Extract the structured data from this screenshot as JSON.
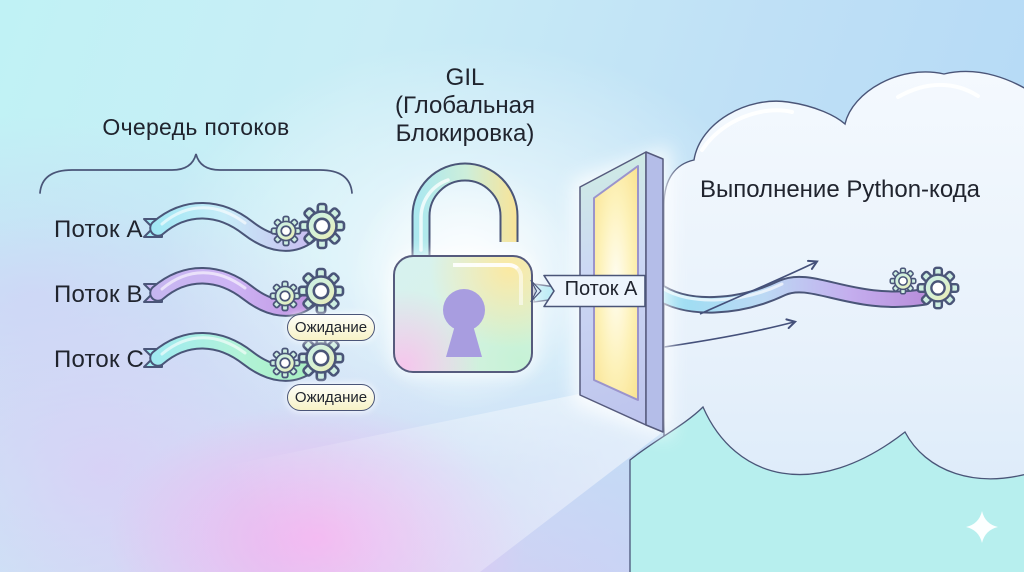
{
  "queue": {
    "title": "Очередь потоков",
    "threads": [
      {
        "label": "Поток A",
        "status": ""
      },
      {
        "label": "Поток B",
        "status": "Ожидание"
      },
      {
        "label": "Поток C",
        "status": "Ожидание"
      }
    ]
  },
  "gil": {
    "label": "GIL\n(Глобальная\nБлокировка)"
  },
  "door": {
    "passing_thread": "Поток A"
  },
  "execution": {
    "label": "Выполнение Python-кода"
  },
  "icons": [
    "gear-icon",
    "padlock-icon",
    "keyhole-icon",
    "door-icon",
    "cloud-icon",
    "sparkle-icon",
    "flow-arrow-icon"
  ],
  "colors": {
    "outline": "#4a5578",
    "text": "#20242e",
    "cloud_fill": "#e9f3fb",
    "foreground_cloud": "#b7efee",
    "keyhole": "#a89de0",
    "door_light": "#fbe69a",
    "badge_fill": "#f7f2c6",
    "ribbon_cyan": "#9fe7f4",
    "ribbon_purple": "#bf93e0",
    "ribbon_mint": "#aff0c6"
  }
}
